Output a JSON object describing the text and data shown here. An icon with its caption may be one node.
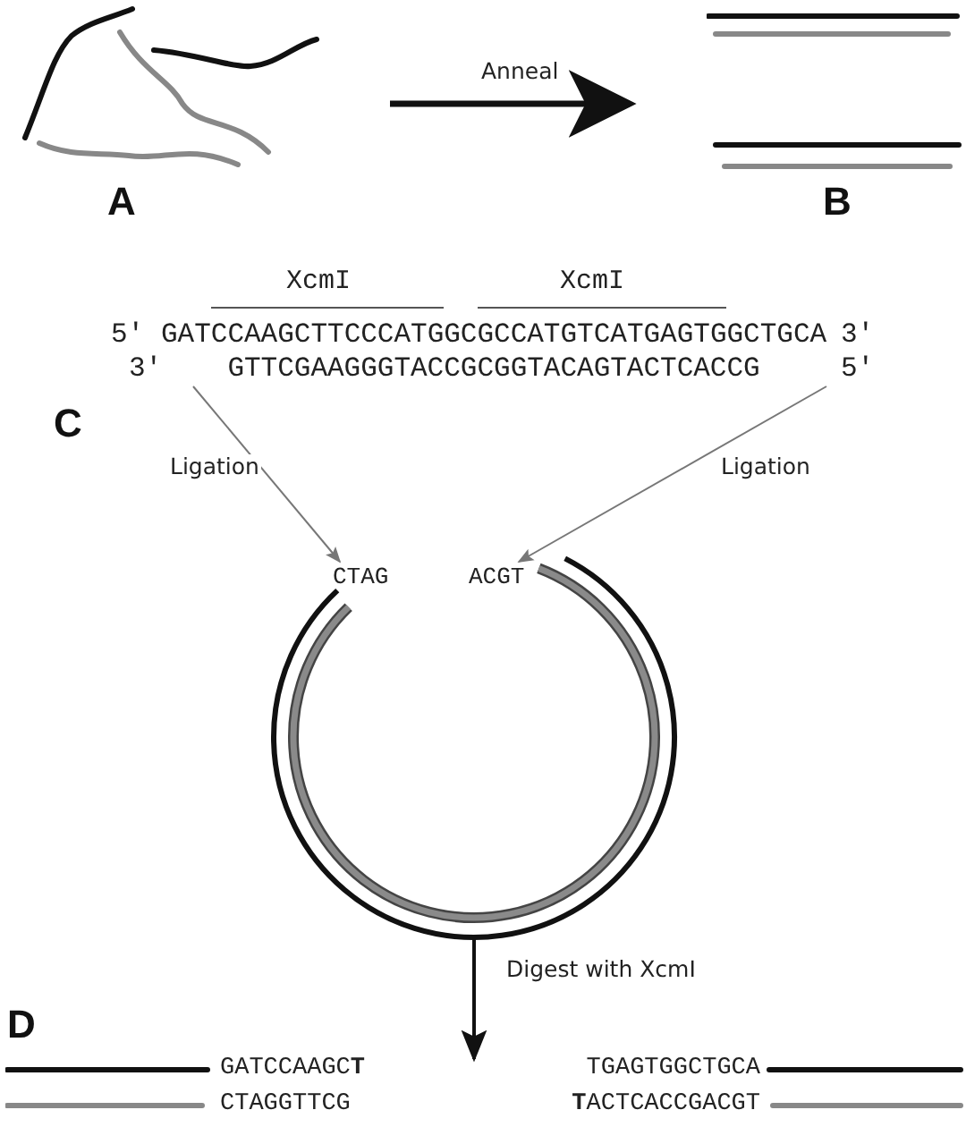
{
  "diagram": {
    "nodes": [
      {
        "text": [
          "A"
        ]
      },
      {
        "text": [
          "B"
        ]
      },
      {
        "text": [
          "5'",
          "GATCCAAGCTTCCCATGGCGCCATGTCATGAGTGGCTGCA",
          "3'",
          "3'",
          "GTTCGAAGGGTACCGCGGTACAGTACTCACCG",
          "5'"
        ]
      },
      {
        "text": [],
        "shape": "circle"
      },
      {
        "text": [
          "CTAG"
        ],
        "in": 3
      },
      {
        "text": [
          "ACGT"
        ],
        "in": 3
      },
      {
        "text": [
          "GATCCAAGC**T**",
          "CTAGGTTCG"
        ]
      },
      {
        "text": [
          "TGAGTGGCTGCA",
          "**T**ACTCACCGACGT"
        ]
      }
    ],
    "edges": [
      {
        "from": 0,
        "to": 1,
        "arrow": "to",
        "label": "Anneal",
        "style": "thick"
      },
      {
        "from": 2,
        "to": 4,
        "arrow": "to",
        "label": "Ligation",
        "color": "#777777"
      },
      {
        "from": 2,
        "to": 5,
        "arrow": "to",
        "label": "Ligation",
        "color": "#777777"
      },
      {
        "from": 3,
        "to": null,
        "arrow": "to",
        "label": "Digest with XcmI"
      }
    ],
    "labels": [
      "XcmI",
      "XcmI",
      "C",
      "D"
    ]
  }
}
